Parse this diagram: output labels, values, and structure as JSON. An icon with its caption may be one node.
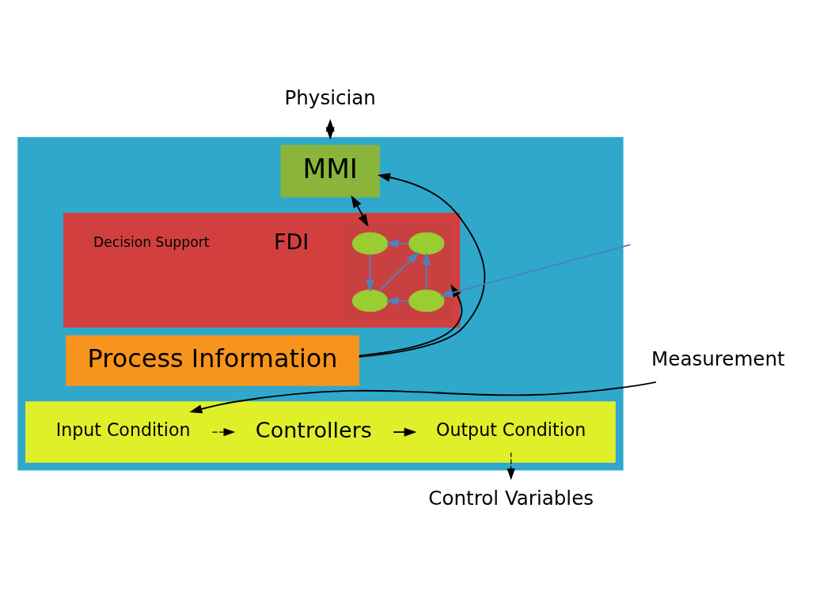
{
  "diagram": {
    "nodes": [
      {
        "text": [
          "Physician"
        ]
      },
      {
        "text": [],
        "shape": "box"
      },
      {
        "text": [
          "MMI"
        ],
        "in": 1
      },
      {
        "text": [],
        "shape": "box",
        "in": 1
      },
      {
        "text": [
          "Decision Support"
        ],
        "in": 3
      },
      {
        "text": [],
        "shape": "box",
        "in": 3
      },
      {
        "text": [
          "FDI"
        ],
        "in": 3
      },
      {
        "text": [],
        "shape": "circle",
        "in": 5
      },
      {
        "text": [],
        "shape": "circle",
        "in": 5
      },
      {
        "text": [],
        "shape": "circle",
        "in": 5
      },
      {
        "text": [],
        "shape": "circle",
        "in": 5
      },
      {
        "text": [
          "Process Information"
        ],
        "in": 1
      },
      {
        "text": [],
        "shape": "box",
        "in": 1
      },
      {
        "text": [
          "Input Condition"
        ],
        "in": 12
      },
      {
        "text": [
          "Controllers"
        ],
        "in": 12
      },
      {
        "text": [
          "Output Condition"
        ],
        "in": 12
      },
      {
        "text": [
          "Measurement"
        ]
      },
      {
        "text": [
          "Control Variables"
        ]
      }
    ],
    "edges": [
      {
        "from": 0,
        "to": 1,
        "arrow": "both"
      },
      {
        "from": 2,
        "to": 5,
        "arrow": "both"
      },
      {
        "from": 11,
        "to": 2,
        "arrow": "to"
      },
      {
        "from": 11,
        "to": 5,
        "arrow": "to"
      },
      {
        "from": 8,
        "to": 7,
        "arrow": "to",
        "color": "#4f81bd"
      },
      {
        "from": 7,
        "to": 9,
        "arrow": "to",
        "color": "#4f81bd"
      },
      {
        "from": 9,
        "to": 8,
        "arrow": "to",
        "color": "#4f81bd"
      },
      {
        "from": 10,
        "to": 8,
        "arrow": "to",
        "color": "#4f81bd"
      },
      {
        "from": 10,
        "to": 9,
        "arrow": "to",
        "color": "#4f81bd"
      },
      {
        "from": null,
        "to": 10,
        "arrow": "to",
        "color": "#4f81bd"
      },
      {
        "from": 16,
        "to": 13,
        "arrow": "to"
      },
      {
        "from": 13,
        "to": 14,
        "arrow": "to",
        "style": "dashed"
      },
      {
        "from": 14,
        "to": 15,
        "arrow": "to"
      },
      {
        "from": 15,
        "to": 17,
        "arrow": "to",
        "style": "dashed"
      }
    ]
  }
}
